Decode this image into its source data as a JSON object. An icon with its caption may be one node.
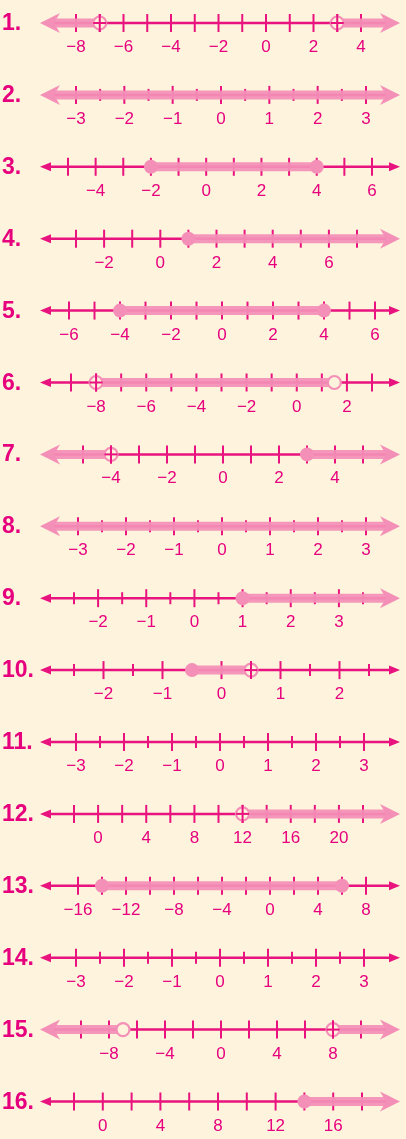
{
  "diagram": {
    "labels": [
      "1.",
      "−8",
      "−6",
      "−4",
      "−2",
      "0",
      "2",
      "4",
      "2.",
      "−3",
      "−2",
      "−1",
      "0",
      "1",
      "2",
      "3",
      "3.",
      "−4",
      "−2",
      "0",
      "2",
      "4",
      "6",
      "4.",
      "−2",
      "0",
      "2",
      "4",
      "6",
      "5.",
      "−6",
      "−4",
      "−2",
      "0",
      "2",
      "4",
      "6",
      "6.",
      "−8",
      "−6",
      "−4",
      "−2",
      "0",
      "2",
      "7.",
      "−4",
      "−2",
      "0",
      "2",
      "4",
      "8.",
      "−3",
      "−2",
      "−1",
      "0",
      "1",
      "2",
      "3",
      "9.",
      "−2",
      "−1",
      "0",
      "1",
      "2",
      "3",
      "10.",
      "−2",
      "−1",
      "0",
      "1",
      "2",
      "11.",
      "−3",
      "−2",
      "−1",
      "0",
      "1",
      "2",
      "3",
      "12.",
      "0",
      "4",
      "8",
      "12",
      "16",
      "20",
      "13.",
      "−16",
      "−12",
      "−8",
      "−4",
      "0",
      "4",
      "8",
      "14.",
      "−3",
      "−2",
      "−1",
      "0",
      "1",
      "2",
      "3",
      "15.",
      "−8",
      "−4",
      "0",
      "4",
      "8",
      "16.",
      "0",
      "4",
      "8",
      "12",
      "16"
    ]
  }
}
